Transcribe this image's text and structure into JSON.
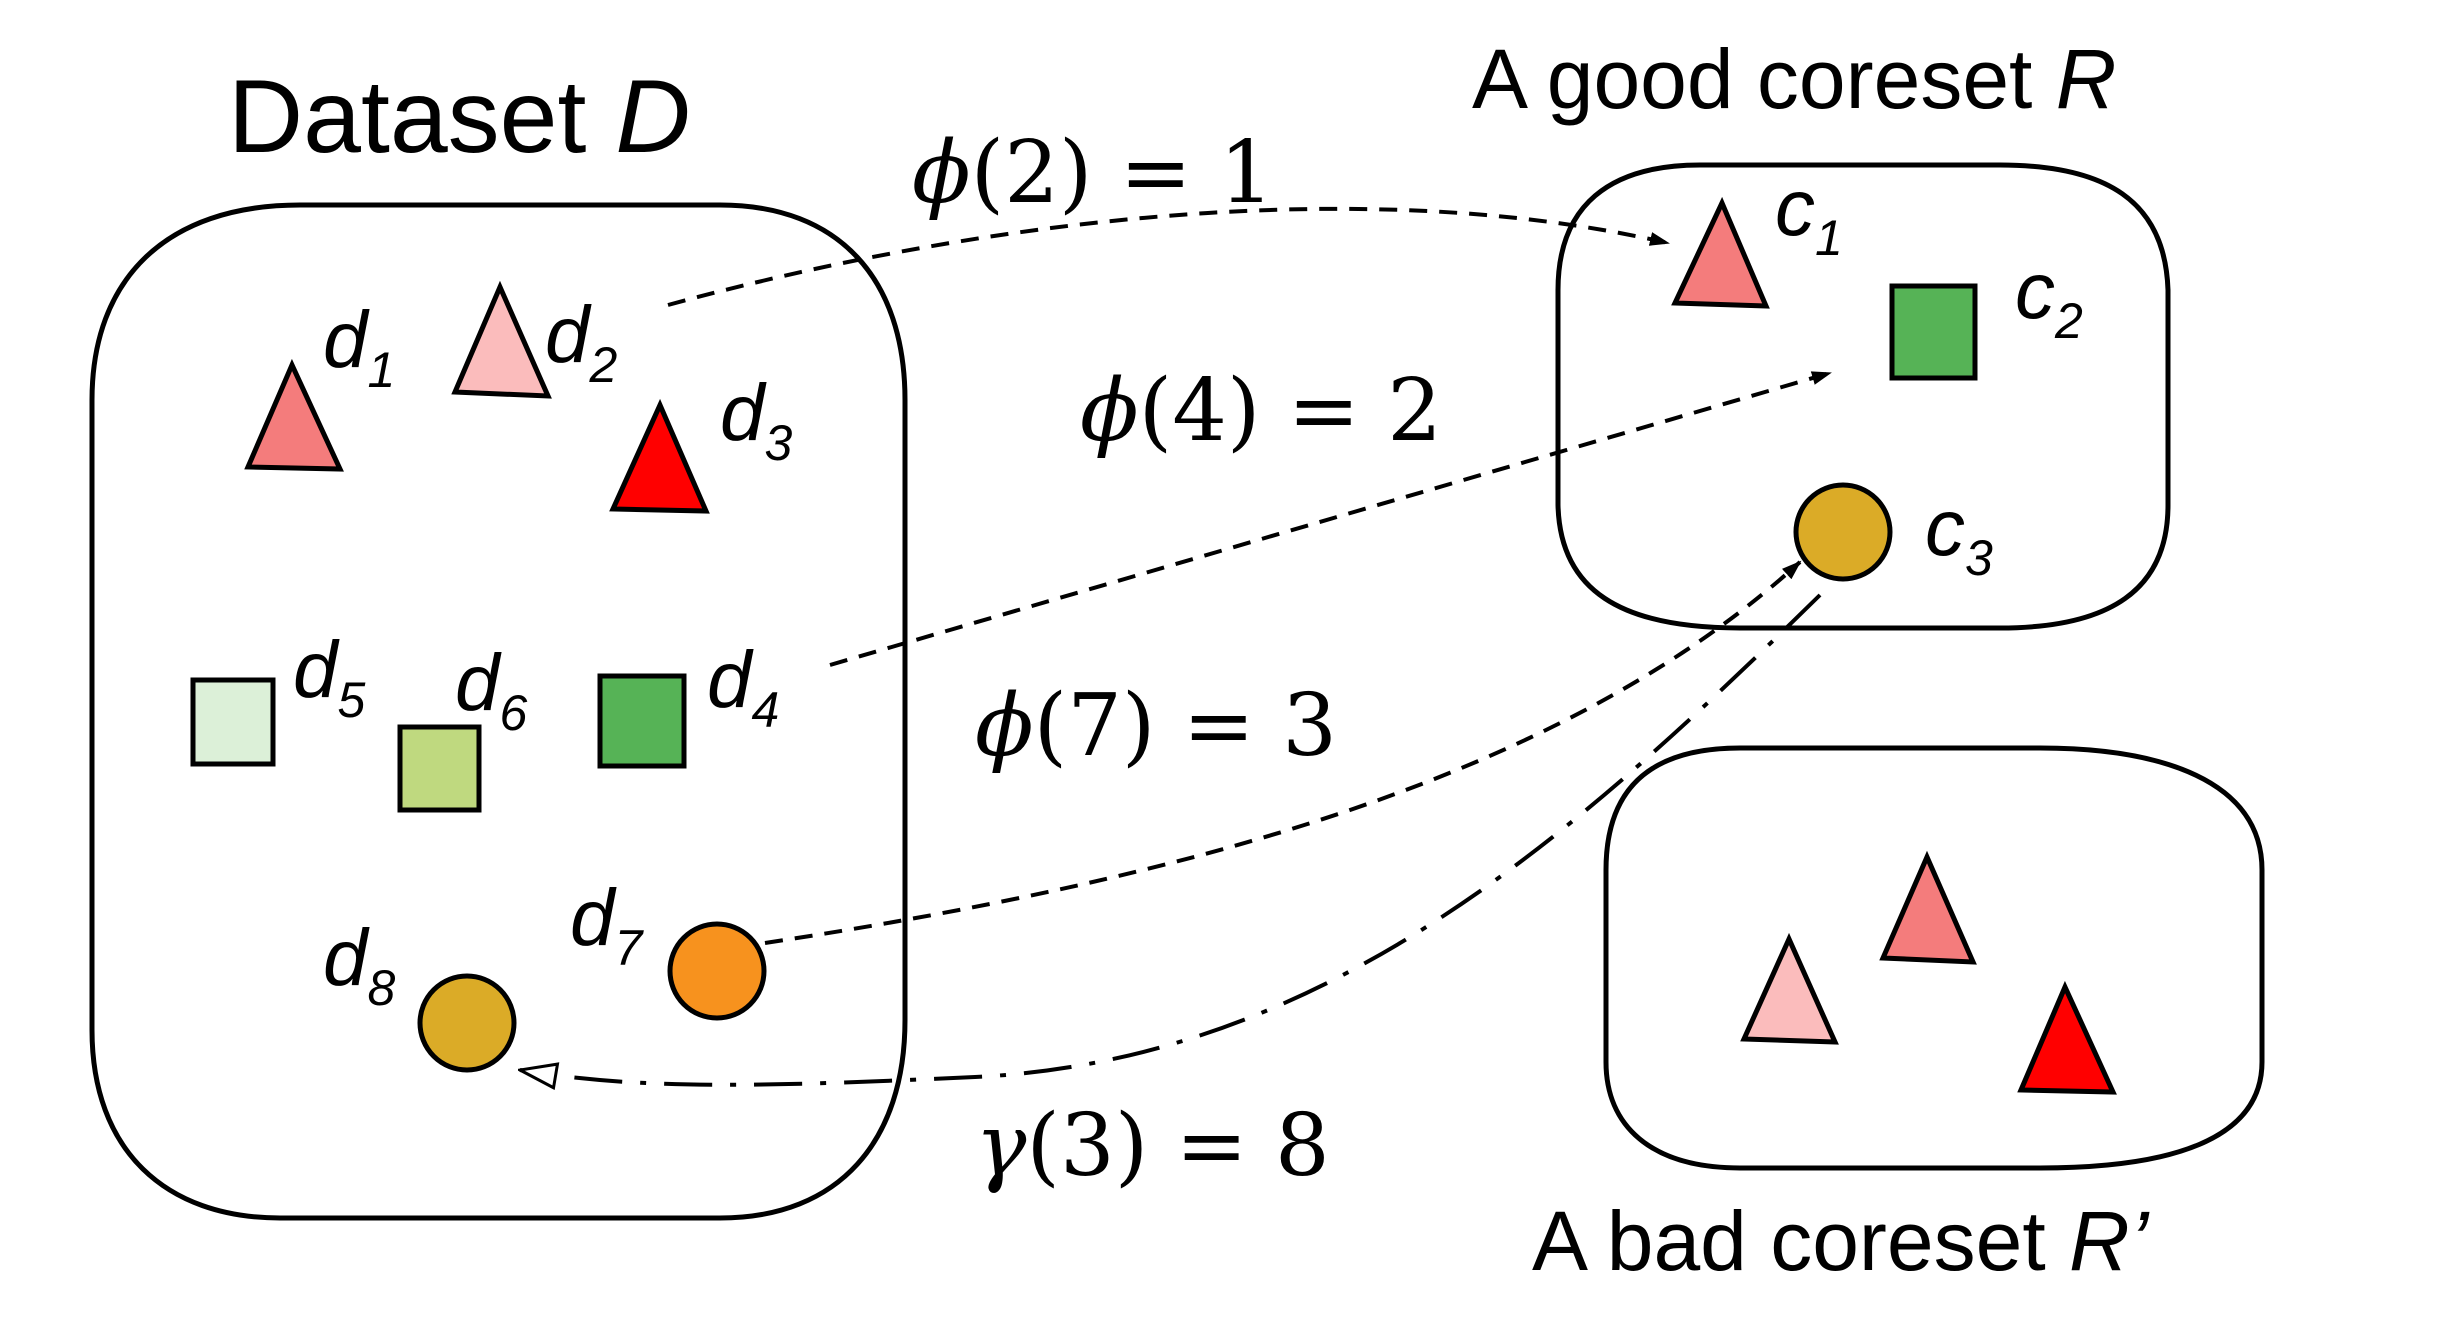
{
  "titles": {
    "dataset": {
      "main": "Dataset ",
      "var": "D"
    },
    "good": {
      "main": "A good coreset ",
      "var": "R"
    },
    "bad": {
      "main": "A bad coreset ",
      "var": "R’"
    }
  },
  "data_points": [
    {
      "id": "d1",
      "base": "d",
      "sub": "1",
      "shape": "triangle",
      "color": "#f47c7c"
    },
    {
      "id": "d2",
      "base": "d",
      "sub": "2",
      "shape": "triangle",
      "color": "#fbbcbc"
    },
    {
      "id": "d3",
      "base": "d",
      "sub": "3",
      "shape": "triangle",
      "color": "#ff0000"
    },
    {
      "id": "d4",
      "base": "d",
      "sub": "4",
      "shape": "square",
      "color": "#56b356"
    },
    {
      "id": "d5",
      "base": "d",
      "sub": "5",
      "shape": "square",
      "color": "#dcf0d8"
    },
    {
      "id": "d6",
      "base": "d",
      "sub": "6",
      "shape": "square",
      "color": "#bfd97f"
    },
    {
      "id": "d7",
      "base": "d",
      "sub": "7",
      "shape": "circle",
      "color": "#f7921e"
    },
    {
      "id": "d8",
      "base": "d",
      "sub": "8",
      "shape": "circle",
      "color": "#dbab27"
    }
  ],
  "good_coreset": [
    {
      "id": "c1",
      "base": "c",
      "sub": "1",
      "shape": "triangle",
      "color": "#f47c7c"
    },
    {
      "id": "c2",
      "base": "c",
      "sub": "2",
      "shape": "square",
      "color": "#56b356"
    },
    {
      "id": "c3",
      "base": "c",
      "sub": "3",
      "shape": "circle",
      "color": "#dbab27"
    }
  ],
  "bad_coreset": [
    {
      "id": "b1",
      "shape": "triangle",
      "color": "#fbbcbc"
    },
    {
      "id": "b2",
      "shape": "triangle",
      "color": "#f47c7c"
    },
    {
      "id": "b3",
      "shape": "triangle",
      "color": "#ff0000"
    }
  ],
  "mappings": [
    {
      "id": "phi2",
      "fn": "ϕ",
      "arg": "2",
      "val": "1",
      "from": "d2",
      "to": "c1",
      "style": "dashed"
    },
    {
      "id": "phi4",
      "fn": "ϕ",
      "arg": "4",
      "val": "2",
      "from": "d4",
      "to": "c2",
      "style": "dashed"
    },
    {
      "id": "phi7",
      "fn": "ϕ",
      "arg": "7",
      "val": "3",
      "from": "d7",
      "to": "c3",
      "style": "dashed"
    },
    {
      "id": "gamma3",
      "fn": "γ",
      "arg": "3",
      "val": "8",
      "from": "c3",
      "to": "d8",
      "style": "dash-dot"
    }
  ]
}
